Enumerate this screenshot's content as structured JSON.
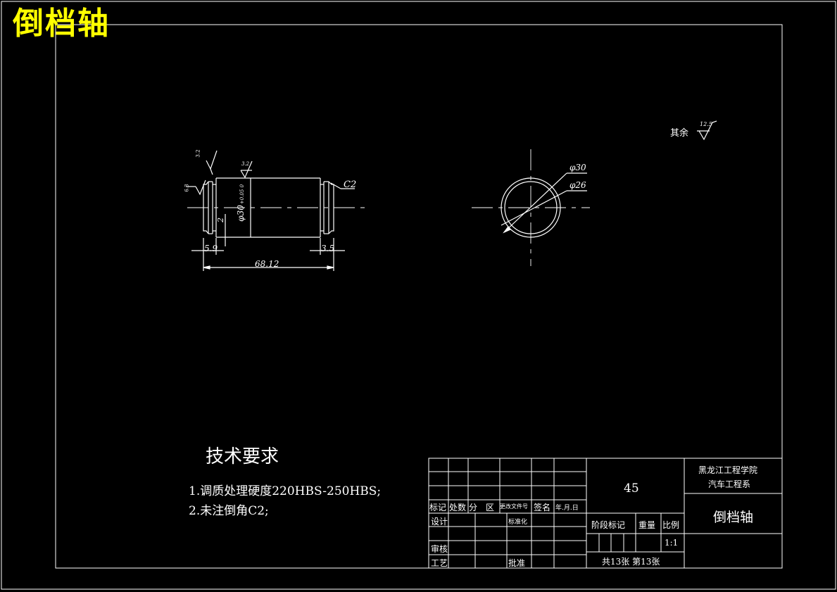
{
  "header": {
    "title": "倒档轴"
  },
  "drawing": {
    "surface_finish_rest": "其余",
    "roughness_rest": "12.5",
    "roughness_marks": [
      "3.2",
      "3.2",
      "6.3"
    ],
    "dim_diameter_shaft": "φ30",
    "dim_tolerance": "+0.05 0",
    "dim_chamfer": "C2",
    "dim_groove_depth": "2",
    "dim_left_step": "5.9",
    "dim_right_step": "3.5",
    "dim_overall_length": "68.12",
    "dim_outer_circle": "φ30",
    "dim_inner_circle": "φ26"
  },
  "tech_requirements": {
    "title": "技术要求",
    "items": [
      "1.调质处理硬度220HBS-250HBS;",
      "2.未注倒角C2;"
    ]
  },
  "title_block": {
    "material": "45",
    "school": "黑龙江工程学院",
    "department": "汽车工程系",
    "part_name": "倒档轴",
    "row_labels": [
      "标记",
      "处数",
      "分　区",
      "更改文件号",
      "签名",
      "年.月.日"
    ],
    "design": "设计",
    "standardization": "标准化",
    "review": "审核",
    "process": "工艺",
    "approve": "批准",
    "stage_mark": "阶段标记",
    "weight": "重量",
    "scale_label": "比例",
    "scale_value": "1:1",
    "sheet_info": "共13张 第13张"
  }
}
